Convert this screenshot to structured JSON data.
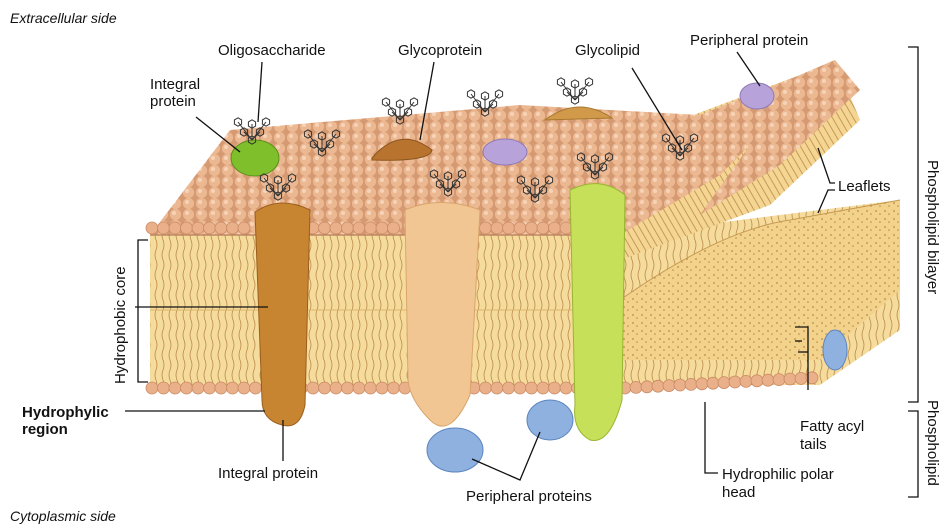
{
  "labels": {
    "extracellular_side": "Extracellular side",
    "cytoplasmic_side": "Cytoplasmic side",
    "oligosaccharide": "Oligosaccharide",
    "glycoprotein": "Glycoprotein",
    "glycolipid": "Glycolipid",
    "peripheral_protein": "Peripheral protein",
    "integral_protein_top_line1": "Integral",
    "integral_protein_top_line2": "protein",
    "leaflets": "Leaflets",
    "hydrophobic_core": "Hydrophobic core",
    "hydrophylic_region_line1": "Hydrophylic",
    "hydrophylic_region_line2": "region",
    "integral_protein_bottom": "Integral protein",
    "peripheral_proteins": "Peripheral proteins",
    "fatty_acyl_line1": "Fatty acyl",
    "fatty_acyl_line2": "tails",
    "hydrophilic_head_line1": "Hydrophilic polar",
    "hydrophilic_head_line2": "head",
    "phospholipid_bilayer": "Phospholipid  bilayer",
    "phospholipid": "Phospholipid"
  },
  "colors": {
    "lipid_head": "#e9b08a",
    "lipid_head_shade": "#c98a64",
    "tail": "#b9894b",
    "bilayer_fill": "#f4d692",
    "integral_brown": "#c78431",
    "integral_peach": "#f2c693",
    "integral_green": "#c7e05a",
    "glyco_brown": "#b8742f",
    "peripheral_blue": "#8fb1e0",
    "peripheral_purple": "#b7a3d9",
    "top_green": "#7fbf2b"
  }
}
